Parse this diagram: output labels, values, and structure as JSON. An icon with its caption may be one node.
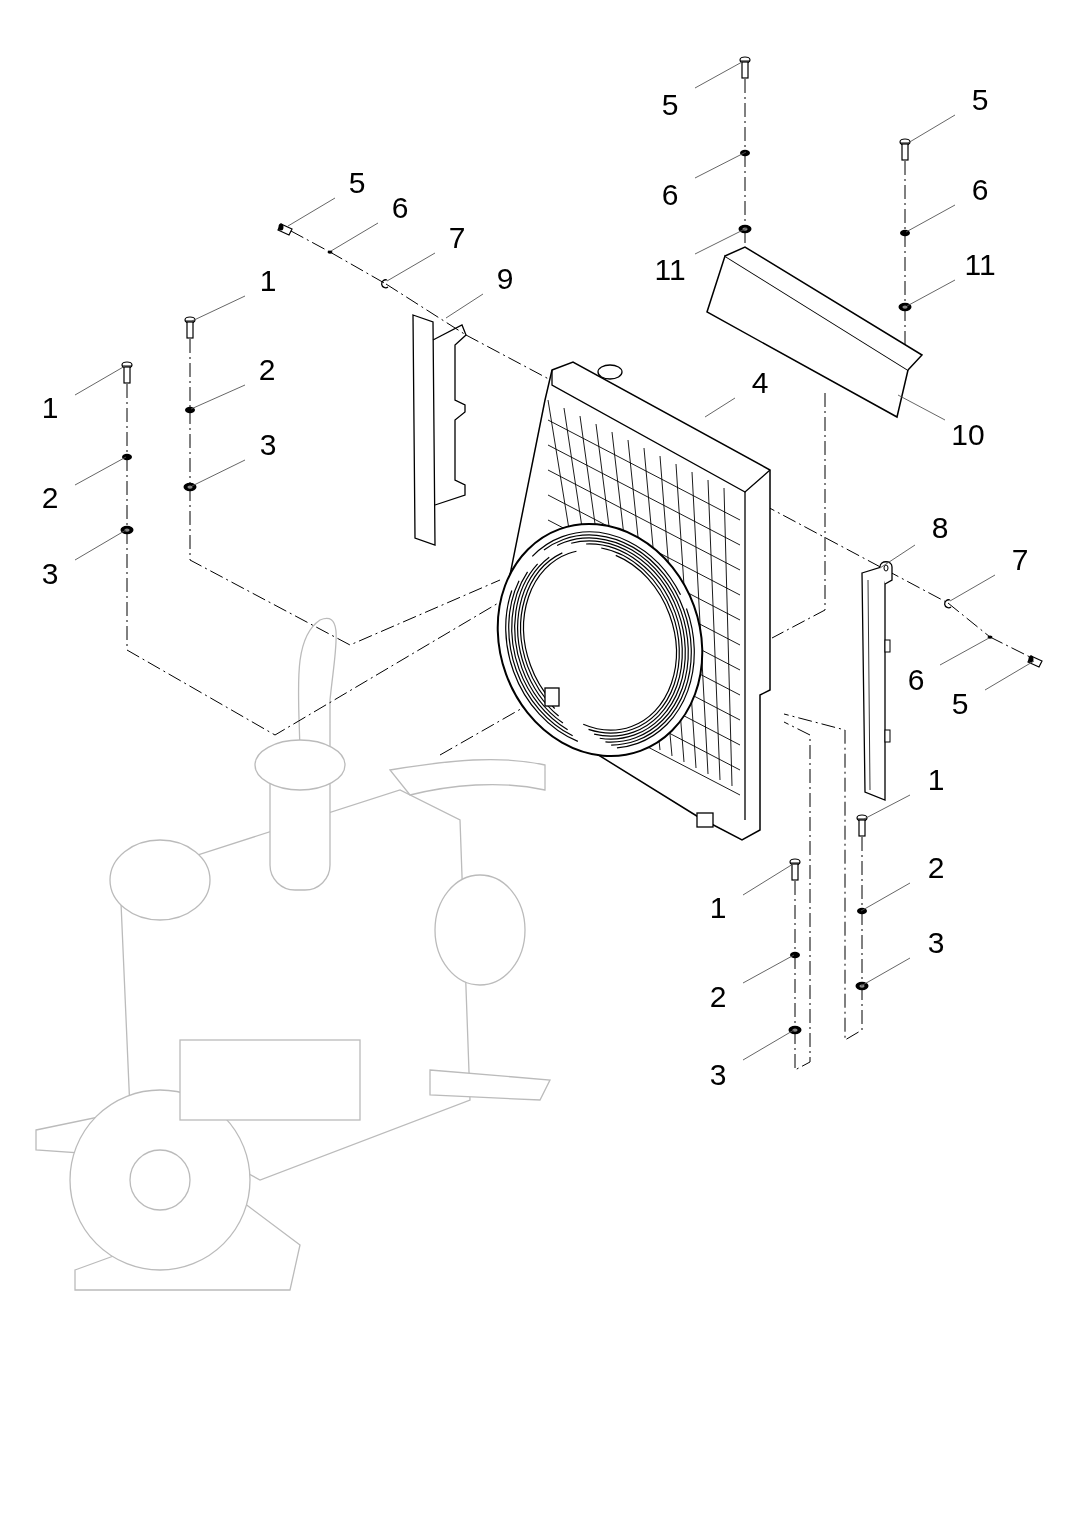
{
  "diagram": {
    "nodes": [
      {
        "text": [
          "5"
        ]
      },
      {
        "text": [
          "5"
        ]
      },
      {
        "text": [
          "5"
        ]
      },
      {
        "text": [
          "6"
        ]
      },
      {
        "text": [
          "6"
        ]
      },
      {
        "text": [
          "6"
        ]
      },
      {
        "text": [
          "7"
        ]
      },
      {
        "text": [
          "11"
        ]
      },
      {
        "text": [
          "11"
        ]
      },
      {
        "text": [
          "1"
        ]
      },
      {
        "text": [
          "9"
        ]
      },
      {
        "text": [
          "1"
        ]
      },
      {
        "text": [
          "2"
        ]
      },
      {
        "text": [
          "4"
        ]
      },
      {
        "text": [
          "10"
        ]
      },
      {
        "text": [
          "3"
        ]
      },
      {
        "text": [
          "2"
        ]
      },
      {
        "text": [
          "8"
        ]
      },
      {
        "text": [
          "7"
        ]
      },
      {
        "text": [
          "3"
        ]
      },
      {
        "text": [
          "6"
        ]
      },
      {
        "text": [
          "5"
        ]
      },
      {
        "text": [
          "1"
        ]
      },
      {
        "text": [
          "2"
        ]
      },
      {
        "text": [
          "1"
        ]
      },
      {
        "text": [
          "3"
        ]
      },
      {
        "text": [
          "2"
        ]
      },
      {
        "text": [
          "3"
        ]
      },
      {
        "text": [],
        "shape": "picture"
      },
      {
        "text": [],
        "shape": "picture"
      },
      {
        "text": [],
        "shape": "picture"
      },
      {
        "text": [],
        "shape": "circle"
      },
      {
        "text": [],
        "shape": "circle"
      },
      {
        "text": [],
        "shape": "circle"
      },
      {
        "text": [],
        "shape": "picture"
      },
      {
        "text": [],
        "shape": "circle"
      },
      {
        "text": [],
        "shape": "circle"
      },
      {
        "text": [],
        "shape": "picture"
      },
      {
        "text": [],
        "shape": "picture"
      },
      {
        "text": [],
        "shape": "picture"
      },
      {
        "text": [],
        "shape": "circle"
      },
      {
        "text": [],
        "shape": "picture"
      },
      {
        "text": [],
        "shape": "picture"
      },
      {
        "text": [],
        "shape": "circle"
      },
      {
        "text": [],
        "shape": "circle"
      },
      {
        "text": [],
        "shape": "picture"
      },
      {
        "text": [],
        "shape": "picture"
      },
      {
        "text": [],
        "shape": "circle"
      },
      {
        "text": [],
        "shape": "circle"
      },
      {
        "text": [],
        "shape": "picture"
      },
      {
        "text": [],
        "shape": "picture"
      },
      {
        "text": [],
        "shape": "circle"
      },
      {
        "text": [],
        "shape": "picture"
      },
      {
        "text": [],
        "shape": "circle"
      },
      {
        "text": [],
        "shape": "circle"
      },
      {
        "text": [],
        "shape": "circle"
      }
    ],
    "edges": [
      {
        "from": 0,
        "to": 28,
        "arrow": "none"
      },
      {
        "from": 1,
        "to": 29,
        "arrow": "none"
      },
      {
        "from": 2,
        "to": 30,
        "arrow": "none"
      },
      {
        "from": 3,
        "to": 31,
        "arrow": "none"
      },
      {
        "from": 4,
        "to": 32,
        "arrow": "none"
      },
      {
        "from": 5,
        "to": 33,
        "arrow": "none"
      },
      {
        "from": 6,
        "to": 34,
        "arrow": "none"
      },
      {
        "from": 7,
        "to": 35,
        "arrow": "none"
      },
      {
        "from": 8,
        "to": 36,
        "arrow": "none"
      },
      {
        "from": 9,
        "to": 37,
        "arrow": "none"
      },
      {
        "from": 10,
        "to": 38,
        "arrow": "none"
      },
      {
        "from": 11,
        "to": 39,
        "arrow": "none"
      },
      {
        "from": 12,
        "to": 40,
        "arrow": "none"
      },
      {
        "from": 13,
        "to": 41,
        "arrow": "none"
      },
      {
        "from": 14,
        "to": 42,
        "arrow": "none"
      },
      {
        "from": 15,
        "to": 43,
        "arrow": "none"
      },
      {
        "from": 16,
        "to": 44,
        "arrow": "none"
      },
      {
        "from": 17,
        "to": 45,
        "arrow": "none"
      },
      {
        "from": 18,
        "to": 46,
        "arrow": "none"
      },
      {
        "from": 19,
        "to": 47,
        "arrow": "none"
      },
      {
        "from": 20,
        "to": 48,
        "arrow": "none"
      },
      {
        "from": 21,
        "to": 49,
        "arrow": "none"
      },
      {
        "from": 22,
        "to": 50,
        "arrow": "none"
      },
      {
        "from": 23,
        "to": 51,
        "arrow": "none"
      },
      {
        "from": 24,
        "to": 52,
        "arrow": "none"
      },
      {
        "from": 25,
        "to": 53,
        "arrow": "none"
      },
      {
        "from": 26,
        "to": 54,
        "arrow": "none"
      },
      {
        "from": 27,
        "to": 55,
        "arrow": "none"
      },
      {
        "from": 28,
        "to": 32,
        "arrow": "none",
        "style": "dashed"
      },
      {
        "from": 32,
        "to": 35,
        "arrow": "none",
        "style": "dashed"
      },
      {
        "from": 35,
        "to": 42,
        "arrow": "none",
        "style": "dashed"
      },
      {
        "from": 29,
        "to": 33,
        "arrow": "none",
        "style": "dashed"
      },
      {
        "from": 33,
        "to": 36,
        "arrow": "none",
        "style": "dashed"
      },
      {
        "from": 36,
        "to": 42,
        "arrow": "none",
        "style": "dashed"
      },
      {
        "from": 30,
        "to": 31,
        "arrow": "none",
        "style": "dashed"
      },
      {
        "from": 31,
        "to": 34,
        "arrow": "none",
        "style": "dashed"
      },
      {
        "from": 34,
        "to": 38,
        "arrow": "none",
        "style": "dashed"
      },
      {
        "from": 38,
        "to": 41,
        "arrow": "none",
        "style": "dashed"
      },
      {
        "from": 37,
        "to": 40,
        "arrow": "none",
        "style": "dashed"
      },
      {
        "from": 40,
        "to": 43,
        "arrow": "none",
        "style": "dashed"
      },
      {
        "from": 43,
        "to": 41,
        "arrow": "none",
        "style": "dashed"
      },
      {
        "from": 39,
        "to": 44,
        "arrow": "none",
        "style": "dashed"
      },
      {
        "from": 44,
        "to": 47,
        "arrow": "none",
        "style": "dashed"
      },
      {
        "from": 47,
        "to": 41,
        "arrow": "none",
        "style": "dashed"
      },
      {
        "from": 42,
        "to": 41,
        "arrow": "none",
        "style": "dashed"
      },
      {
        "from": 41,
        "to": 45,
        "arrow": "none",
        "style": "dashed"
      },
      {
        "from": 45,
        "to": 46,
        "arrow": "none",
        "style": "dashed"
      },
      {
        "from": 46,
        "to": 48,
        "arrow": "none",
        "style": "dashed"
      },
      {
        "from": 48,
        "to": 49,
        "arrow": "none",
        "style": "dashed"
      },
      {
        "from": 52,
        "to": 54,
        "arrow": "none",
        "style": "dashed"
      },
      {
        "from": 54,
        "to": 55,
        "arrow": "none",
        "style": "dashed"
      },
      {
        "from": 55,
        "to": 41,
        "arrow": "none",
        "style": "dashed"
      },
      {
        "from": 50,
        "to": 51,
        "arrow": "none",
        "style": "dashed"
      },
      {
        "from": 51,
        "to": 53,
        "arrow": "none",
        "style": "dashed"
      },
      {
        "from": 53,
        "to": 41,
        "arrow": "none",
        "style": "dashed"
      }
    ]
  }
}
